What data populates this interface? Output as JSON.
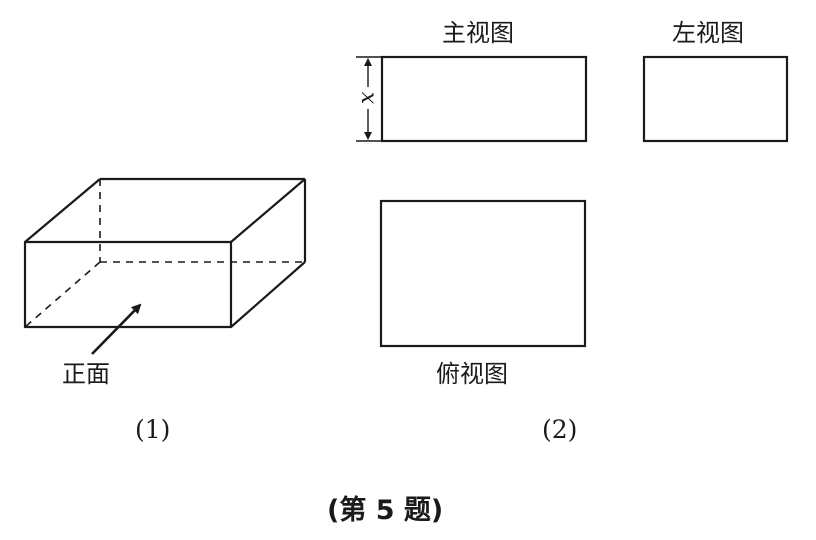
{
  "labels": {
    "front_view": "主视图",
    "left_view": "左视图",
    "top_view": "俯视图",
    "front_face": "正面",
    "figure_1": "(1)",
    "figure_2": "(2)",
    "dimension": "x",
    "caption": "(第 5 题)"
  },
  "colors": {
    "line": "#1a1a1a",
    "background": "#ffffff"
  }
}
